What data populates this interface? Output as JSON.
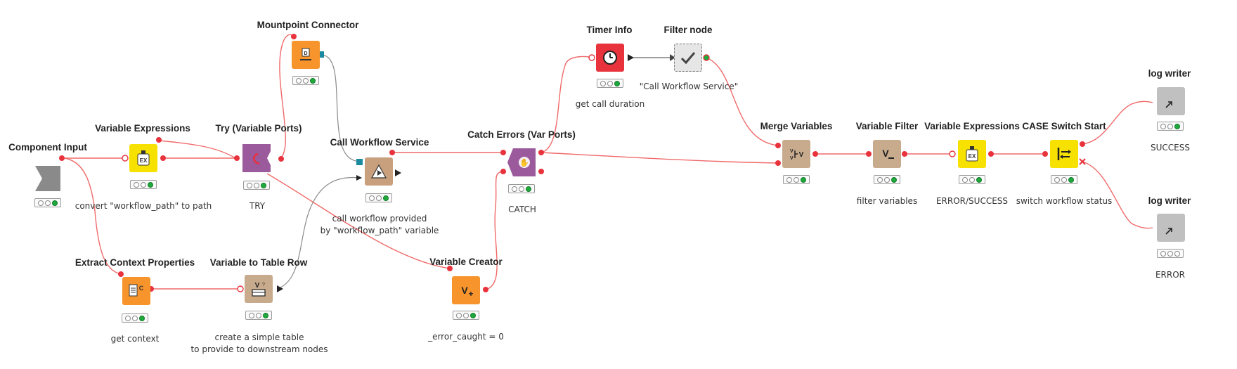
{
  "colors": {
    "connection": "#f06a6a",
    "flow_variable_connection": "#8a8a8a",
    "port_red": "#e8323c",
    "source": "#8a8a8a",
    "other": "#f2f2f2",
    "manipulator": "#f7e100",
    "other_orange": "#f7942b",
    "loop": "#9b5a9b",
    "manipulator_tan": "#c9a07e",
    "tan_light": "#c8ab8d",
    "timer_red": "#e8323c",
    "log_writer": "#c0c0c0",
    "status_green": "#1faa3c"
  },
  "nodes": [
    {
      "id": "n1",
      "title": "Component Input",
      "caption": [],
      "icon": "component-input-icon",
      "status": "green"
    },
    {
      "id": "n2",
      "title": "Variable Expressions",
      "caption": [
        "convert \"workflow_path\" to path"
      ],
      "icon": "variable-expressions-icon",
      "status": "green"
    },
    {
      "id": "n3",
      "title": "Try (Variable Ports)",
      "caption": [
        "TRY"
      ],
      "icon": "try-icon",
      "status": "green"
    },
    {
      "id": "n4",
      "title": "Mountpoint Connector",
      "caption": [],
      "icon": "mountpoint-connector-icon",
      "status": "green"
    },
    {
      "id": "n5",
      "title": "Call Workflow Service",
      "caption": [
        "call workflow provided",
        "by \"workflow_path\" variable"
      ],
      "icon": "call-workflow-icon",
      "status": "green"
    },
    {
      "id": "n6",
      "title": "Extract Context Properties",
      "caption": [
        "get context"
      ],
      "icon": "extract-context-icon",
      "status": "green"
    },
    {
      "id": "n7",
      "title": "Variable to Table Row",
      "caption": [
        "create a simple table",
        "to provide to downstream nodes"
      ],
      "icon": "variable-to-table-icon",
      "status": "green"
    },
    {
      "id": "n8",
      "title": "Catch Errors (Var Ports)",
      "caption": [
        "CATCH"
      ],
      "icon": "catch-errors-icon",
      "status": "green"
    },
    {
      "id": "n9",
      "title": "Variable Creator",
      "caption": [
        "_error_caught = 0"
      ],
      "icon": "variable-creator-icon",
      "status": "green"
    },
    {
      "id": "n10",
      "title": "Timer Info",
      "caption": [
        "get call duration"
      ],
      "icon": "timer-icon",
      "status": "green"
    },
    {
      "id": "n11",
      "title": "Filter node",
      "caption": [
        "\"Call Workflow Service\""
      ],
      "icon": "filter-node-icon",
      "status": "none"
    },
    {
      "id": "n12",
      "title": "Merge Variables",
      "caption": [],
      "icon": "merge-variables-icon",
      "status": "green"
    },
    {
      "id": "n13",
      "title": "Variable Filter",
      "caption": [
        "filter variables"
      ],
      "icon": "variable-filter-icon",
      "status": "green"
    },
    {
      "id": "n14",
      "title": "Variable Expressions",
      "caption": [
        "ERROR/SUCCESS"
      ],
      "icon": "variable-expressions-icon",
      "status": "green"
    },
    {
      "id": "n15",
      "title": "CASE Switch Start",
      "caption": [
        "switch workflow status"
      ],
      "icon": "case-switch-icon",
      "status": "green"
    },
    {
      "id": "n16",
      "title": "log writer",
      "caption": [
        "SUCCESS"
      ],
      "icon": "log-writer-icon",
      "status": "green"
    },
    {
      "id": "n17",
      "title": "log writer",
      "caption": [
        "ERROR"
      ],
      "icon": "log-writer-icon",
      "status": "none"
    }
  ],
  "icon_glyphs": {
    "expression": "EX",
    "context": "C",
    "variable": "V",
    "merge": "·V"
  }
}
